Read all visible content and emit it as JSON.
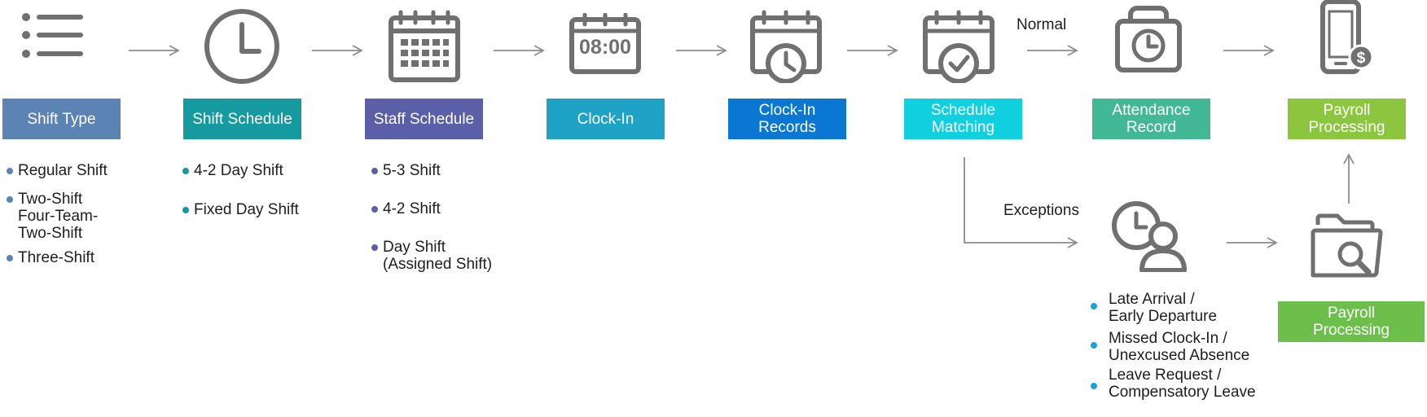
{
  "colors": {
    "icon": "#707070",
    "arrow": "#8c8c8c",
    "shift_type": "#5b83b3",
    "shift_schedule": "#159aa0",
    "staff_schedule": "#5b5fa8",
    "clock_in": "#1ea2c5",
    "clock_in_records": "#0a78d2",
    "schedule_matching": "#10d0e0",
    "attendance_record": "#43b894",
    "payroll_top": "#8cc63f",
    "payroll_bottom": "#6cbf4b",
    "exception_dot": "#1aa0dc"
  },
  "steps": [
    {
      "id": "shift_type",
      "label": "Shift Type",
      "icon": "list-icon"
    },
    {
      "id": "shift_schedule",
      "label": "Shift Schedule",
      "icon": "clock-icon"
    },
    {
      "id": "staff_schedule",
      "label": "Staff Schedule",
      "icon": "calendar-grid-icon"
    },
    {
      "id": "clock_in",
      "label": "Clock-In",
      "icon": "calendar-time-icon",
      "icon_text": "08:00"
    },
    {
      "id": "clock_in_records",
      "label": "Clock-In\nRecords",
      "icon": "calendar-clock-icon"
    },
    {
      "id": "schedule_matching",
      "label": "Schedule\nMatching",
      "icon": "calendar-check-icon"
    },
    {
      "id": "attendance_record",
      "label": "Attendance\nRecord",
      "icon": "clock-lock-icon"
    },
    {
      "id": "payroll_top",
      "label": "Payroll\nProcessing",
      "icon": "phone-dollar-icon"
    }
  ],
  "branches": {
    "normal": "Normal",
    "exceptions": "Exceptions"
  },
  "shift_type_items": [
    "Regular Shift",
    "Two-Shift\nFour-Team-\nTwo-Shift",
    "Three-Shift"
  ],
  "shift_schedule_items": [
    "4-2 Day Shift",
    "Fixed Day Shift"
  ],
  "staff_schedule_items": [
    "5-3 Shift",
    "4-2 Shift",
    "Day Shift\n(Assigned Shift)"
  ],
  "exception_node": {
    "icon": "clock-user-icon"
  },
  "exception_items": [
    "Late Arrival /\nEarly Departure",
    "Missed Clock-In /\nUnexcused Absence",
    "Leave Request /\nCompensatory Leave"
  ],
  "payroll_bottom": {
    "label": "Payroll\nProcessing",
    "icon": "folder-search-icon"
  }
}
